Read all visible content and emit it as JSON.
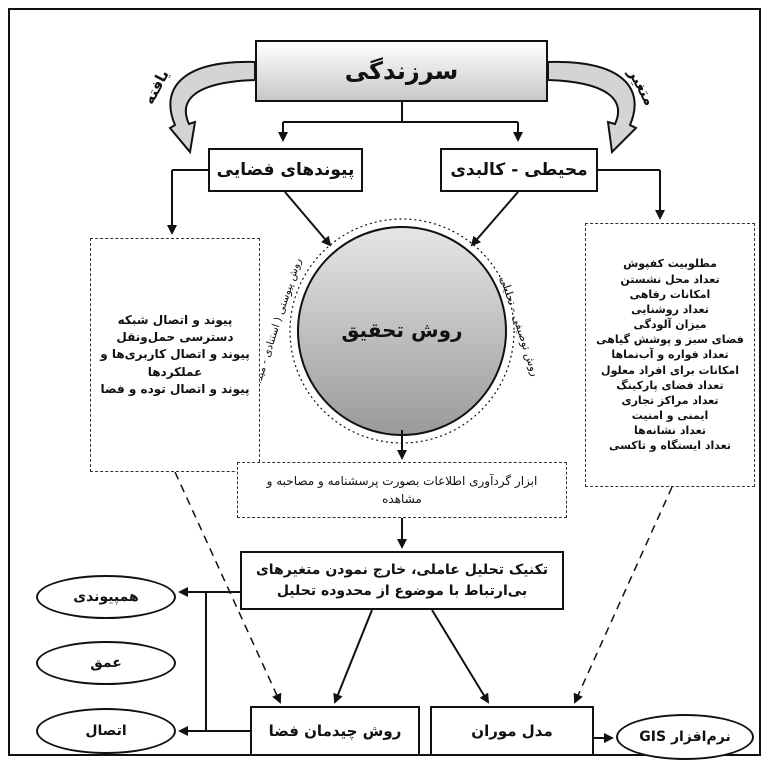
{
  "top": {
    "title": "سرزندگی"
  },
  "left_curve_label": "یافته",
  "right_curve_label": "متغیر",
  "level2": {
    "spatial_links": "پیوندهای فضایی",
    "physical_environment": "محیطی - کالبدی"
  },
  "method": {
    "center": "روش تحقیق",
    "left_arc": "روش پیوستی ( استنادی - میدانی )",
    "right_arc": "روش توصیفی - تحلیلی"
  },
  "left_list": {
    "items": [
      "پیوند و اتصال شبکه",
      "دسترسی حمل‌ونقل",
      "پیوند و اتصال کاربری‌ها و عملکردها",
      "پیوند و اتصال توده و فضا"
    ]
  },
  "right_list": {
    "items": [
      "مطلوبیت کفپوش",
      "تعداد محل نشستن",
      "امکانات رفاهی",
      "تعداد روشنایی",
      "میزان آلودگی",
      "فضای سبز و پوشش گیاهی",
      "تعداد فواره و آب‌نماها",
      "امکانات برای افراد معلول",
      "تعداد فضای پارکینگ",
      "تعداد مراکز تجاری",
      "ایمنی و امنیت",
      "تعداد نشانه‌ها",
      "تعداد ایستگاه و تاکسی"
    ]
  },
  "data_tools": "ابزار گردآوری اطلاعات بصورت پرسشنامه و مصاحبه و مشاهده",
  "factor_analysis": "تکنیک تحلیل عاملی، خارج نمودن متغیرهای بی‌ارتباط با موضوع از محدوده تحلیل",
  "space_syntax": "روش چیدمان فضا",
  "movement_model": "مدل موران",
  "gis": "نرم‌افزار GIS",
  "outputs": [
    "همپیوندی",
    "عمق",
    "اتصال"
  ]
}
